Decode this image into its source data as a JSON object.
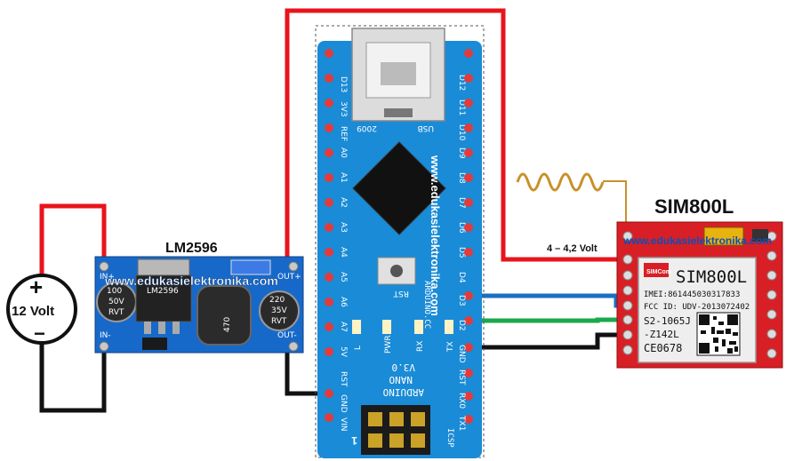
{
  "labels": {
    "module_title": "SIM800L",
    "regulator_title": "LM2596",
    "voltage_note": "4 – 4,2 Volt",
    "source_label": "12 Volt",
    "plus": "+",
    "minus": "−",
    "watermark": "www.edukasielektronika.com"
  },
  "regulator": {
    "in_plus": "IN+",
    "in_minus": "IN-",
    "out_plus": "OUT+",
    "out_minus": "OUT-",
    "cap_left": [
      "100",
      "50V",
      "RVT"
    ],
    "cap_right": [
      "220",
      "35V",
      "RVT"
    ],
    "inductor": "470",
    "chip": "LM2596"
  },
  "arduino": {
    "left_pins": [
      "D13",
      "3V3",
      "REF",
      "A0",
      "A1",
      "A2",
      "A3",
      "A4",
      "A5",
      "A6",
      "A7",
      "5V",
      "RST",
      "GND",
      "VIN"
    ],
    "right_pins": [
      "D12",
      "D11",
      "D10",
      "D9",
      "D8",
      "D7",
      "D6",
      "D5",
      "D4",
      "D3",
      "D2",
      "GND",
      "RST",
      "RX0",
      "TX1"
    ],
    "leds": [
      "L",
      "PWR",
      "RX",
      "TX"
    ],
    "reset_label": "RST",
    "board_name": "ARDUINO",
    "board_model": "NANO",
    "board_version": "V3.0",
    "board_brand": "ARDUINO.CC",
    "usb_label": "USB",
    "year": "2009",
    "icsp": "ICSP",
    "one": "1"
  },
  "sim800l": {
    "imei": "IMEI:861445030317833",
    "fcc": "FCC ID: UDV-2013072402",
    "model1": "S2-1065J",
    "model2": "-Z142L",
    "ce": "CE0678",
    "logo": "SIMCom",
    "chip_name": "SIM800L"
  },
  "colors": {
    "wire_red": "#e8141b",
    "wire_black": "#111111",
    "wire_blue": "#1a6fc4",
    "wire_green": "#1aa84a",
    "arduino_board": "#1a8bd6",
    "regulator_board": "#1769c9",
    "sim_board": "#d81f26"
  }
}
